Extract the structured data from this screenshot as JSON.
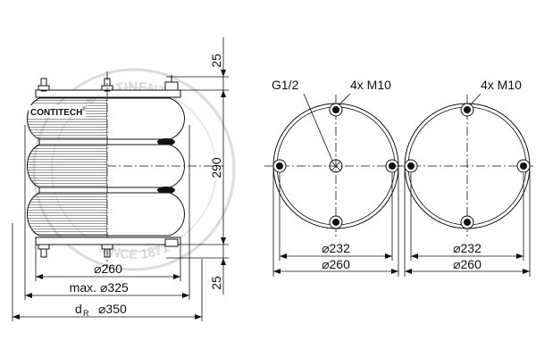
{
  "logo": {
    "text": "CONTITECH",
    "reg": "®"
  },
  "watermark": {
    "top": "CONTINENTAL",
    "bottom": "SINCE 1871"
  },
  "side_view": {
    "dims": {
      "d260": "⌀260",
      "max325_prefix": "max.",
      "max325": "⌀325",
      "dR_prefix": "d",
      "dR_sub": "R",
      "d350": "⌀350",
      "height_top": "25",
      "height_mid": "290",
      "height_bottom": "25"
    }
  },
  "top_view_left": {
    "thread_label": "G1/2",
    "bolt_label": "4x M10",
    "d_inner": "⌀232",
    "d_outer": "⌀260"
  },
  "top_view_right": {
    "bolt_label": "4x M10",
    "d_inner": "⌀232",
    "d_outer": "⌀260"
  },
  "colors": {
    "line": "#111111",
    "bellows_fill": "#e6e6e6",
    "watermark": "#d8d8d8"
  }
}
